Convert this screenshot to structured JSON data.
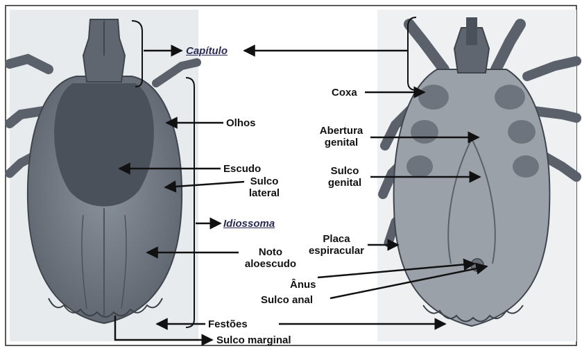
{
  "labels": {
    "capitulo": "Capítulo",
    "olhos": "Olhos",
    "escudo": "Escudo",
    "sulco_lateral_1": "Sulco",
    "sulco_lateral_2": "lateral",
    "idiossoma": "Idiossoma",
    "noto_1": "Noto",
    "noto_2": "aloescudo",
    "festoes": "Festões",
    "sulco_marginal": "Sulco marginal",
    "coxa": "Coxa",
    "abertura_1": "Abertura",
    "abertura_2": "genital",
    "sulco_genital_1": "Sulco",
    "sulco_genital_2": "genital",
    "placa_1": "Placa",
    "placa_2": "espiracular",
    "anus": "Ânus",
    "sulco_anal": "Sulco anal"
  },
  "colors": {
    "tick_body": "#6d7580",
    "tick_dark": "#474e58",
    "photo_bg": "#e9ecef",
    "label_text": "#111111",
    "emphasis_text": "#2a2a55"
  }
}
